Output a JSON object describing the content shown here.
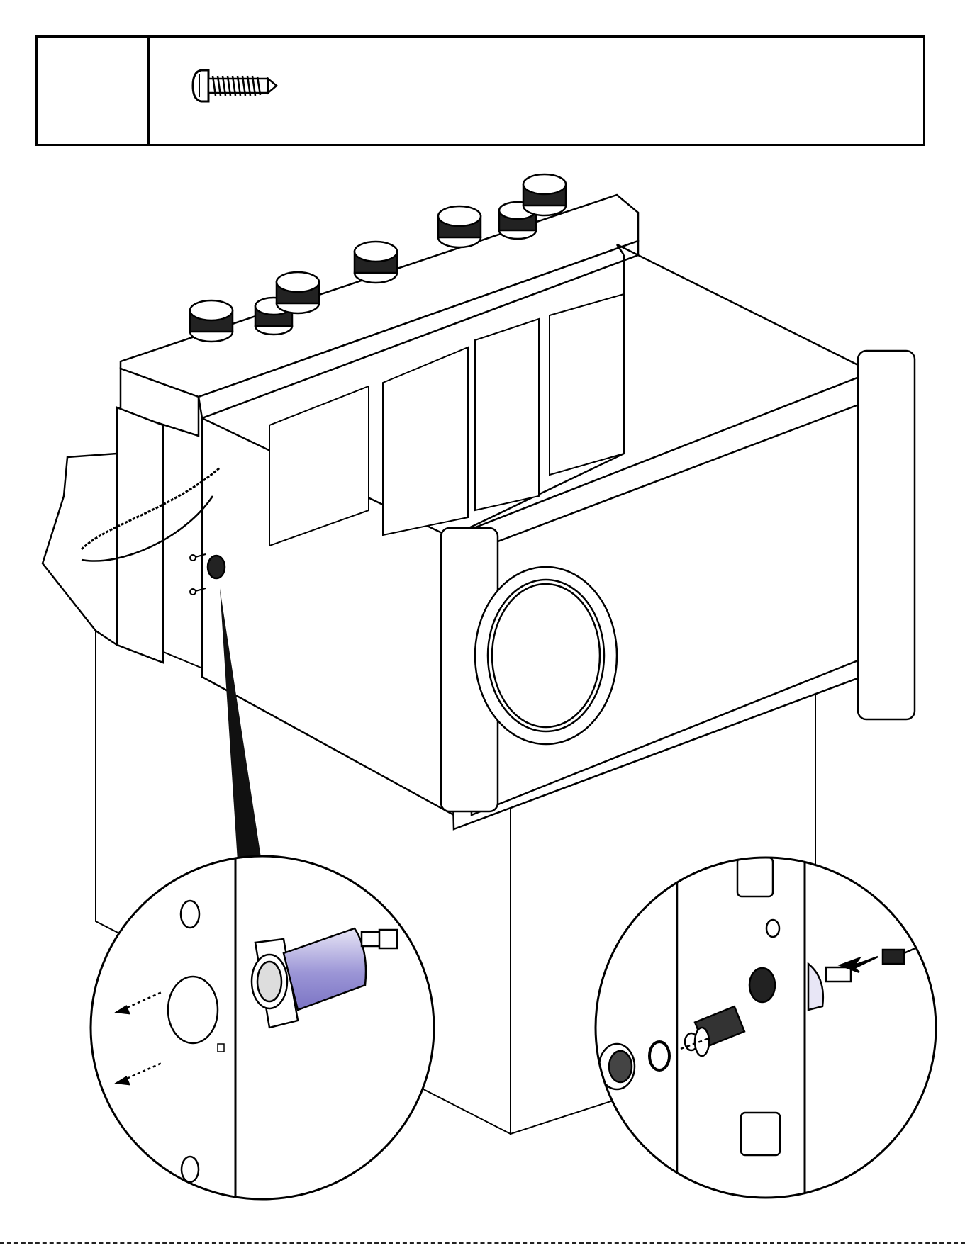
{
  "page": {
    "kind": "assembly-instruction-step",
    "background_color": "#ffffff",
    "line_color": "#000000"
  },
  "parts_box": {
    "step_number": "",
    "parts": [
      {
        "icon": "pan-head-screw-icon",
        "label": ""
      }
    ]
  },
  "illustration": {
    "main_view": "cabinet-assembly-isometric",
    "detail_callouts": [
      {
        "name": "detail-left",
        "shows": [
          "screw-icon",
          "screw-icon",
          "housing-flange-icon"
        ]
      },
      {
        "name": "detail-right",
        "shows": [
          "knob-icon",
          "o-ring-icon",
          "threaded-cylinder-icon",
          "connector-icon",
          "arrow-icon"
        ]
      }
    ],
    "accent_colors": {
      "housing": "#7b74c4",
      "housing_highlight": "#e8e6f6"
    }
  }
}
